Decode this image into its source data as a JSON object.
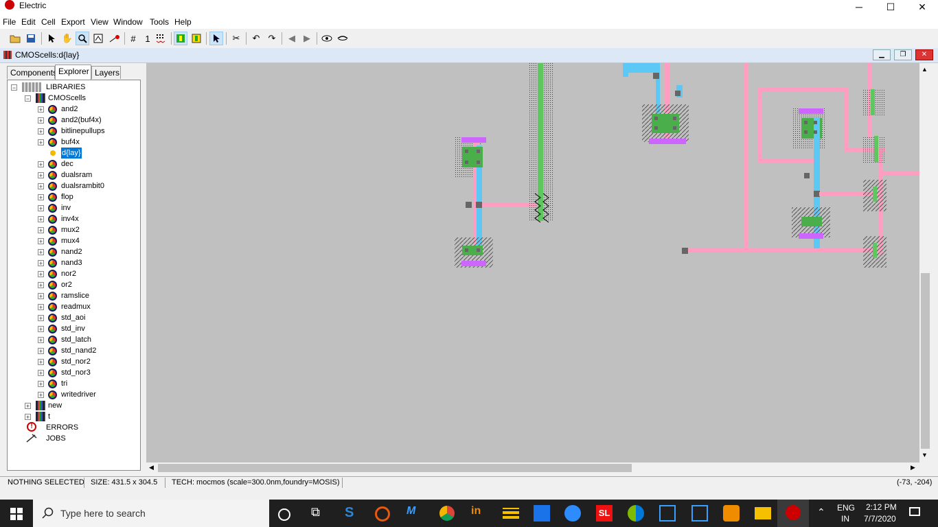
{
  "window": {
    "title": "Electric",
    "controls": [
      "─",
      "☐",
      "✕"
    ]
  },
  "menu": [
    "File",
    "Edit",
    "Cell",
    "Export",
    "View",
    "Window",
    "Tools",
    "Help"
  ],
  "toolbar": {
    "grid_value": "1"
  },
  "inner_window": {
    "title": "CMOScells:d{lay}"
  },
  "tabs": [
    "Components",
    "Explorer",
    "Layers"
  ],
  "tree": {
    "root": "LIBRARIES",
    "library": "CMOScells",
    "cells": [
      "and2",
      "and2(buf4x)",
      "bitlinepullups",
      "buf4x",
      "d{lay}",
      "dec",
      "dualsram",
      "dualsrambit0",
      "flop",
      "inv",
      "inv4x",
      "mux2",
      "mux4",
      "nand2",
      "nand3",
      "nor2",
      "or2",
      "ramslice",
      "readmux",
      "std_aoi",
      "std_inv",
      "std_latch",
      "std_nand2",
      "std_nor2",
      "std_nor3",
      "tri",
      "writedriver"
    ],
    "selected_cell": "d{lay}",
    "other_libraries": [
      "new",
      "t"
    ],
    "errors": "ERRORS",
    "jobs": "JOBS"
  },
  "status": {
    "selection": "NOTHING SELECTED",
    "size": "SIZE: 431.5 x 304.5",
    "tech": "TECH: mocmos (scale=300.0nm,foundry=MOSIS)",
    "coords": "(-73, -204)"
  },
  "taskbar": {
    "search_placeholder": "Type here to search",
    "lang1": "ENG",
    "lang2": "IN",
    "time": "2:12 PM",
    "date": "7/7/2020"
  },
  "colors": {
    "canvas": "#c0c0c0",
    "metal1": "#ff9ec0",
    "metal2": "#5bc8f5",
    "poly": "#5ec85e",
    "select": "#cc66ff",
    "accent": "#0078d7"
  }
}
